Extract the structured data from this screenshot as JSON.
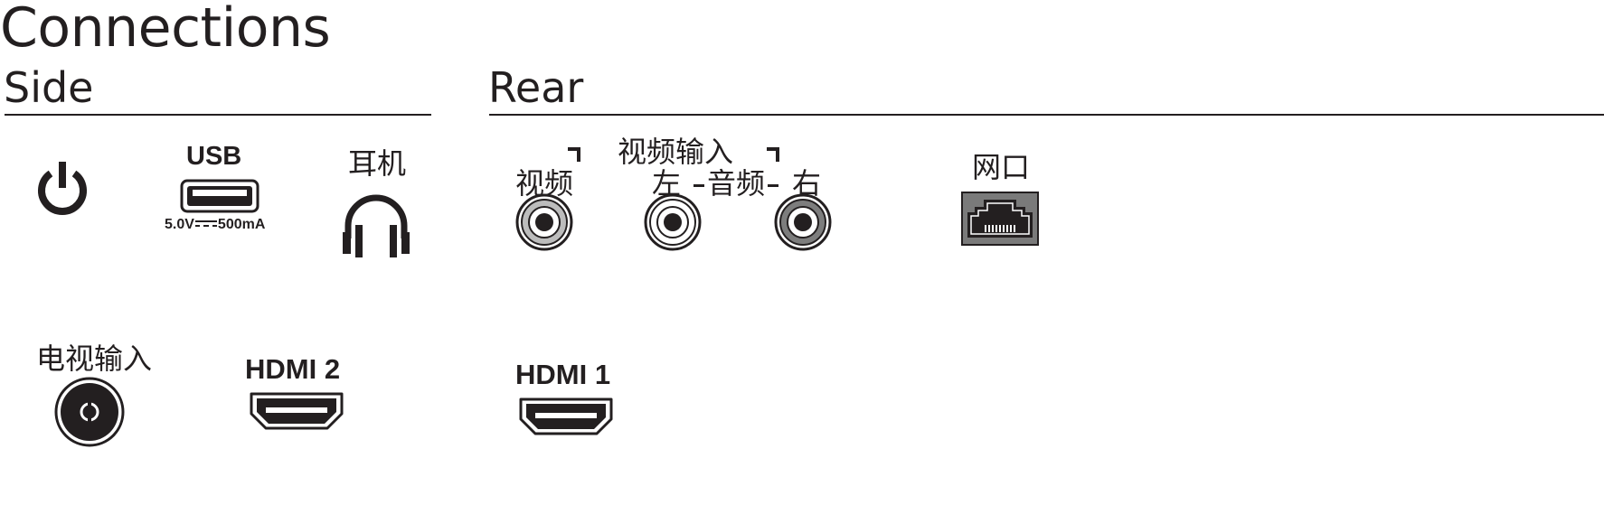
{
  "title": "Connections",
  "sections": {
    "side": "Side",
    "rear": "Rear"
  },
  "side": {
    "usb_label": "USB",
    "usb_spec": "5.0V",
    "usb_current": "500mA",
    "headphone_label": "耳机",
    "tv_input_label": "电视输入",
    "hdmi2_label": "HDMI 2"
  },
  "rear": {
    "video_input_label": "视频输入",
    "video_label": "视频",
    "left_label": "左",
    "audio_label": "音频",
    "right_label": "右",
    "network_label": "网口",
    "hdmi1_label": "HDMI 1"
  },
  "icons": {
    "power": "power-icon",
    "usb": "usb-port-icon",
    "headphone": "headphone-icon",
    "rca": "rca-jack-icon",
    "lan": "ethernet-port-icon",
    "antenna": "antenna-input-icon",
    "hdmi": "hdmi-port-icon"
  }
}
